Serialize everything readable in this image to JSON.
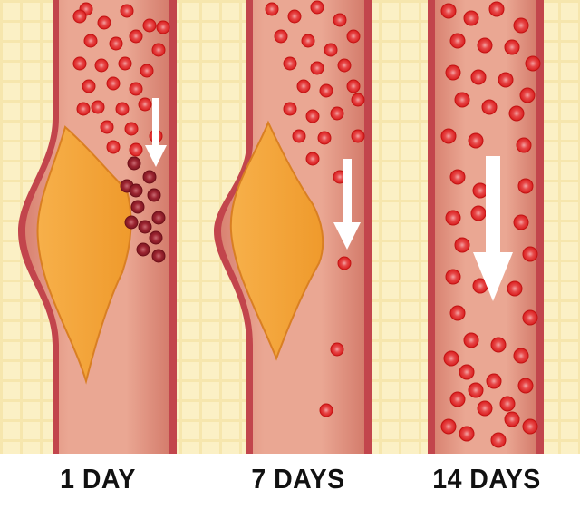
{
  "colors": {
    "background": "#fbf0c5",
    "grid": "#f5e4a3",
    "wall_outer": "#c2454c",
    "lumen": "#e8a08e",
    "plaque": "#f2a43c",
    "cell": "#e11d1d",
    "clot": "#8c1c26",
    "arrow": "#ffffff"
  },
  "panels": [
    {
      "label": "1 DAY"
    },
    {
      "label": "7 DAYS"
    },
    {
      "label": "14 DAYS"
    }
  ]
}
